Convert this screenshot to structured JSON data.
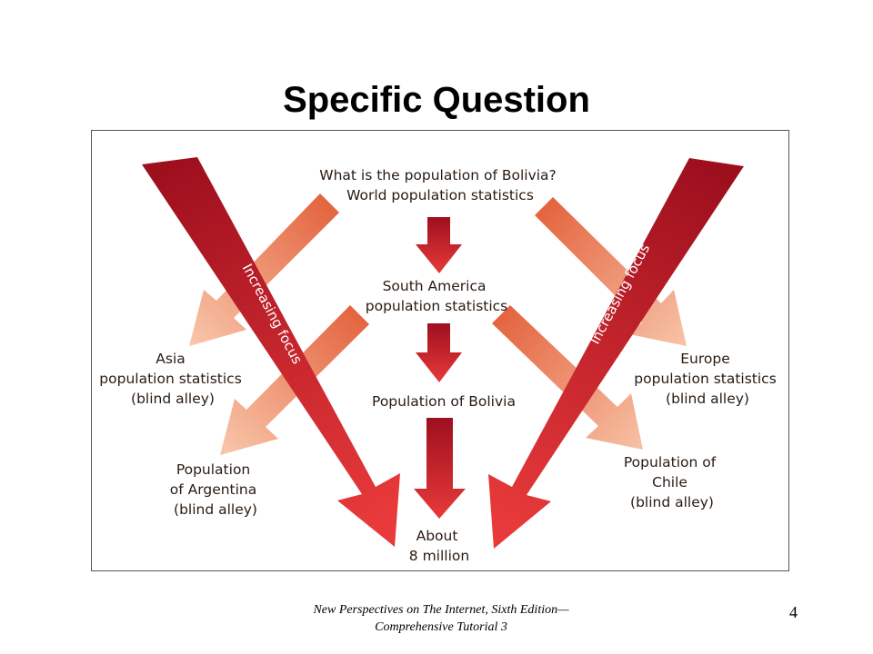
{
  "slide": {
    "title": "Specific Question",
    "page_number": "4"
  },
  "footer": {
    "line1": "New Perspectives on The Internet, Sixth Edition—",
    "line2": "Comprehensive Tutorial 3"
  },
  "diagram": {
    "question": [
      "What is the population of Bolivia?",
      "World population statistics"
    ],
    "step2": [
      "South America",
      "population statistics"
    ],
    "step3": "Population of Bolivia",
    "result": [
      "About",
      "8 million"
    ],
    "asia": [
      "Asia",
      "population statistics",
      "(blind alley)"
    ],
    "argentina": [
      "Population",
      "of Argentina",
      "(blind alley)"
    ],
    "europe": [
      "Europe",
      "population statistics",
      "(blind alley)"
    ],
    "chile": [
      "Population of",
      "Chile",
      "(blind alley)"
    ],
    "focus_left": "Increasing focus",
    "focus_right": "Increasing focus",
    "colors": {
      "big_arrow_dark": "#9e0f1e",
      "big_arrow_light": "#e83a3a",
      "side_arrow_dark": "#e4643f",
      "side_arrow_light": "#f8c5a9",
      "text": "#2a1b12"
    }
  }
}
